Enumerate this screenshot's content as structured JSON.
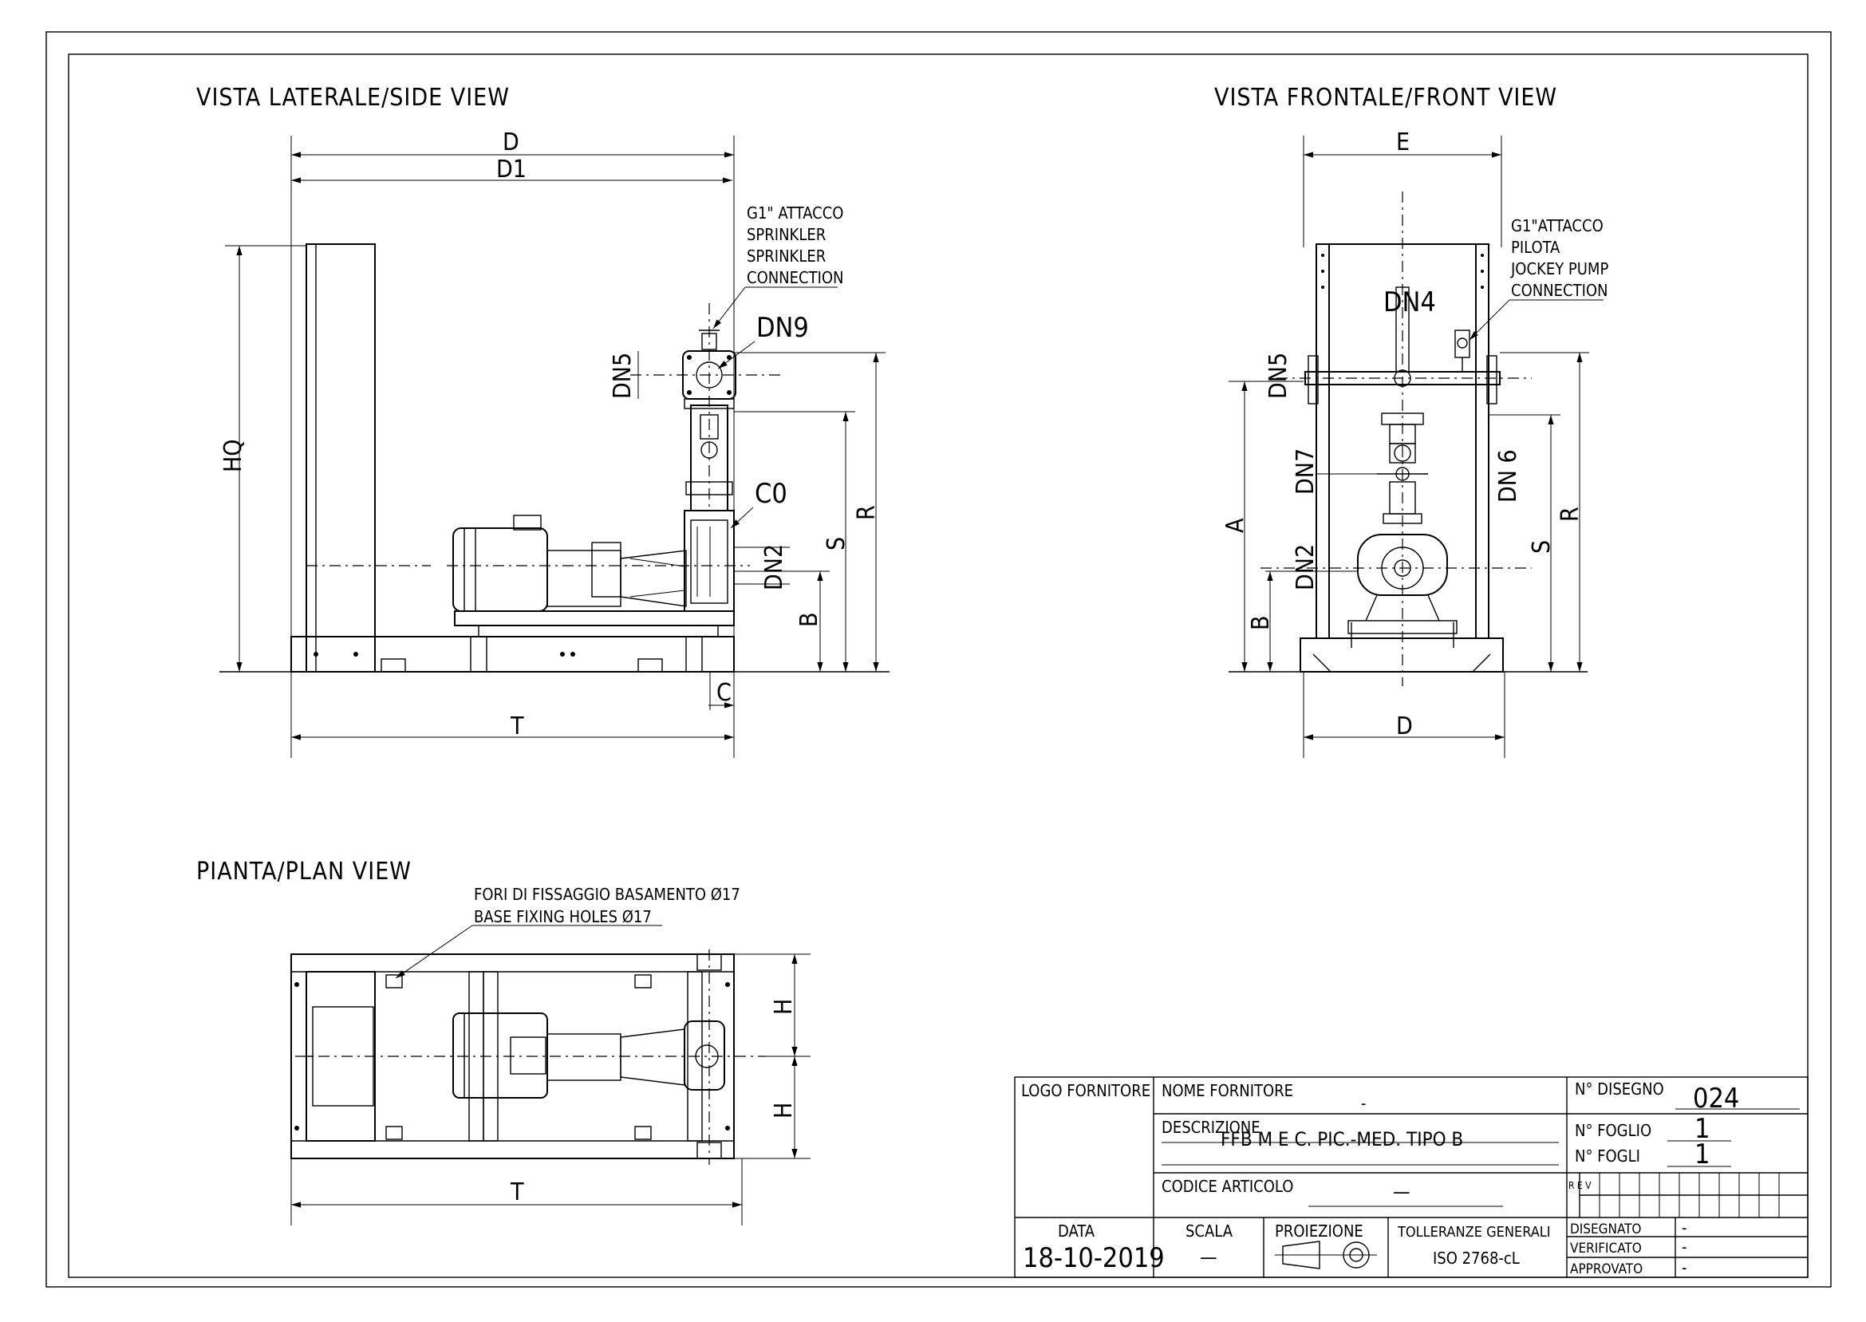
{
  "views": {
    "side": "VISTA LATERALE/SIDE VIEW",
    "front": "VISTA FRONTALE/FRONT VIEW",
    "plan": "PIANTA/PLAN VIEW"
  },
  "side_dims": {
    "D": "D",
    "D1": "D1",
    "HQ": "HQ",
    "DN5": "DN5",
    "DN9": "DN9",
    "CO": "C0",
    "DN2": "DN2",
    "B": "B",
    "S": "S",
    "R": "R",
    "C": "C",
    "T": "T"
  },
  "front_dims": {
    "E": "E",
    "DN4": "DN4",
    "DN5": "DN5",
    "A": "A",
    "DN7": "DN7",
    "DN6": "DN 6",
    "DN2": "DN2",
    "B": "B",
    "S": "S",
    "R": "R",
    "D": "D"
  },
  "plan_dims": {
    "H1": "H",
    "H2": "H",
    "T": "T"
  },
  "notes": {
    "sprinkler": [
      "G1\" ATTACCO",
      "SPRINKLER",
      "SPRINKLER",
      "CONNECTION"
    ],
    "jockey": [
      "G1\"ATTACCO",
      "PILOTA",
      "JOCKEY PUMP",
      "CONNECTION"
    ],
    "fixing": [
      "FORI DI FISSAGGIO BASAMENTO Ø17",
      "BASE FIXING HOLES Ø17"
    ]
  },
  "title_block": {
    "logo_label": "LOGO FORNITORE",
    "supplier_label": "NOME FORNITORE",
    "supplier_value": "-",
    "drawing_no_label": "N° DISEGNO",
    "drawing_no": "024",
    "description_label": "DESCRIZIONE",
    "description": "FFB M E C. PIC.-MED. TIPO B",
    "sheet_label": "N° FOGLIO",
    "sheet": "1",
    "sheets_label": "N° FOGLI",
    "sheets": "1",
    "article_label": "CODICE ARTICOLO",
    "article": "—",
    "rev_label": "R E V",
    "date_label": "DATA",
    "date": "18-10-2019",
    "scale_label": "SCALA",
    "scale": "—",
    "projection_label": "PROIEZIONE",
    "tolerance_label": "TOLLERANZE GENERALI",
    "tolerance": "ISO 2768-cL",
    "drawn_label": "DISEGNATO",
    "drawn": "-",
    "checked_label": "VERIFICATO",
    "checked": "-",
    "approved_label": "APPROVATO",
    "approved": "-"
  }
}
